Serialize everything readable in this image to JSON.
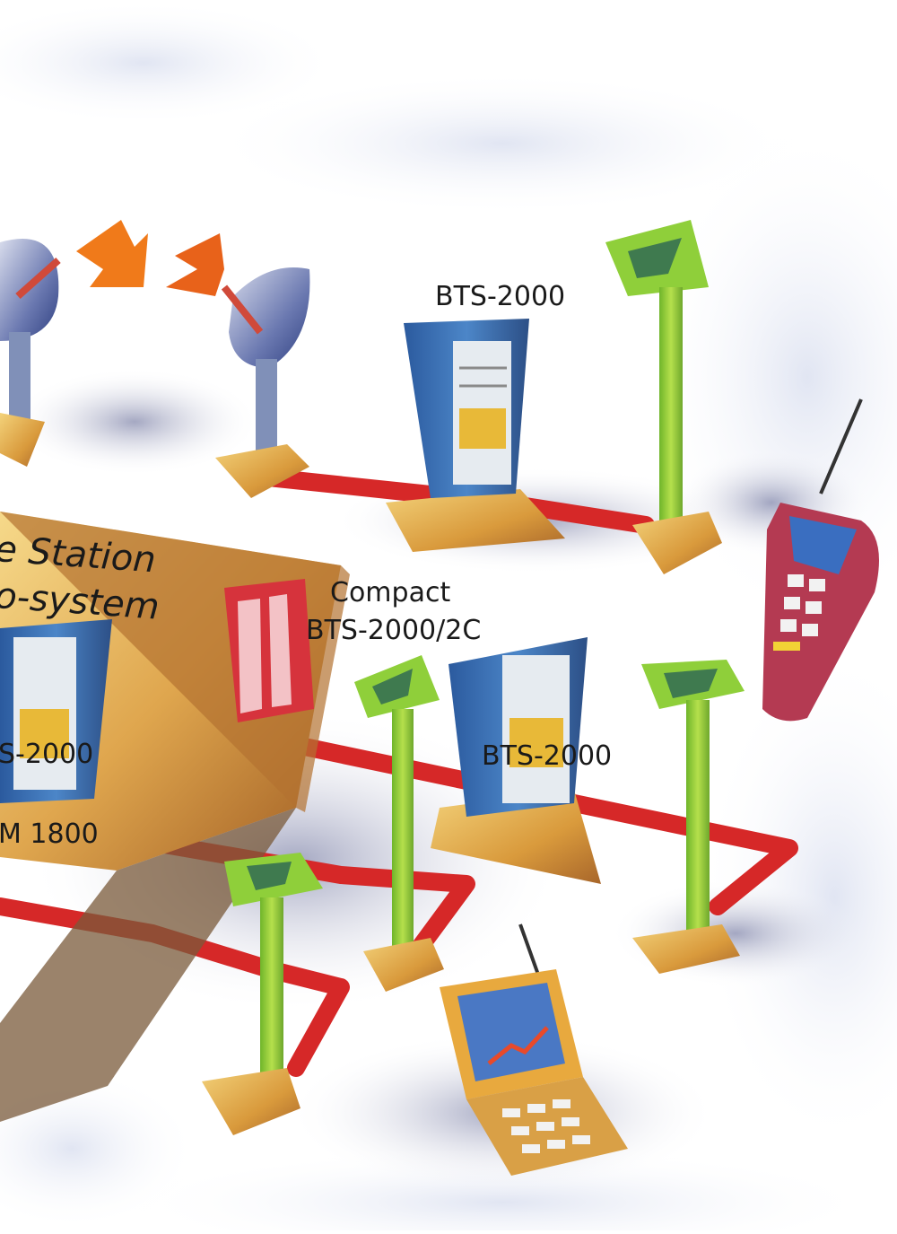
{
  "title_line1": "e Station",
  "title_line2": "o-system",
  "labels": {
    "bts_top": "BTS-2000",
    "compact_line1": "Compact",
    "compact_line2": "BTS-2000/2C",
    "bts_left": "S-2000",
    "gsm": "M 1800",
    "bts_center": "BTS-2000"
  },
  "colors": {
    "link": "#d62828",
    "platform": "#e0a84a",
    "antenna": "#8fcf3a",
    "cabinet": "#3e74b8",
    "arrow": "#f07a1a"
  }
}
